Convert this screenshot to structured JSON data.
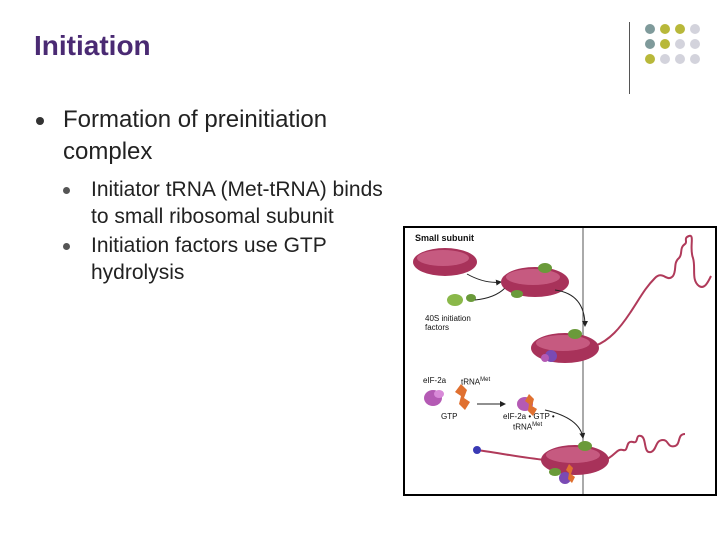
{
  "slide": {
    "title": "Initiation",
    "bullets": [
      {
        "text": "Formation of preinitiation complex",
        "sub": [
          "Initiator tRNA (Met-tRNA) binds to small ribosomal subunit",
          "Initiation factors use GTP hydrolysis"
        ]
      }
    ]
  },
  "figure": {
    "small_subunit": "Small subunit",
    "factors": "40S initiation factors",
    "eif_label": "eIF-2a",
    "trna_label": "tRNA",
    "met_sup": "Met",
    "gtp": "GTP",
    "complex_line1": "eIF-2a • GTP •",
    "complex_line2": "tRNA",
    "complex_sup": "Met"
  },
  "colors": {
    "title": "#4a2a73",
    "ribosome": "#a8325a",
    "factor_green": "#6a9a3a",
    "mrna": "#b03a5a",
    "eif_purple": "#b45ab4",
    "trna_orange": "#e07030"
  },
  "decoration": {
    "dot_colors": [
      "#7f9a9b",
      "#b8b83a",
      "#b8b83a",
      "#d3d3dc",
      "#7f9a9b",
      "#b8b83a",
      "#d3d3dc",
      "#d3d3dc",
      "#b8b83a",
      "#d3d3dc",
      "#d3d3dc",
      "#d3d3dc"
    ]
  }
}
